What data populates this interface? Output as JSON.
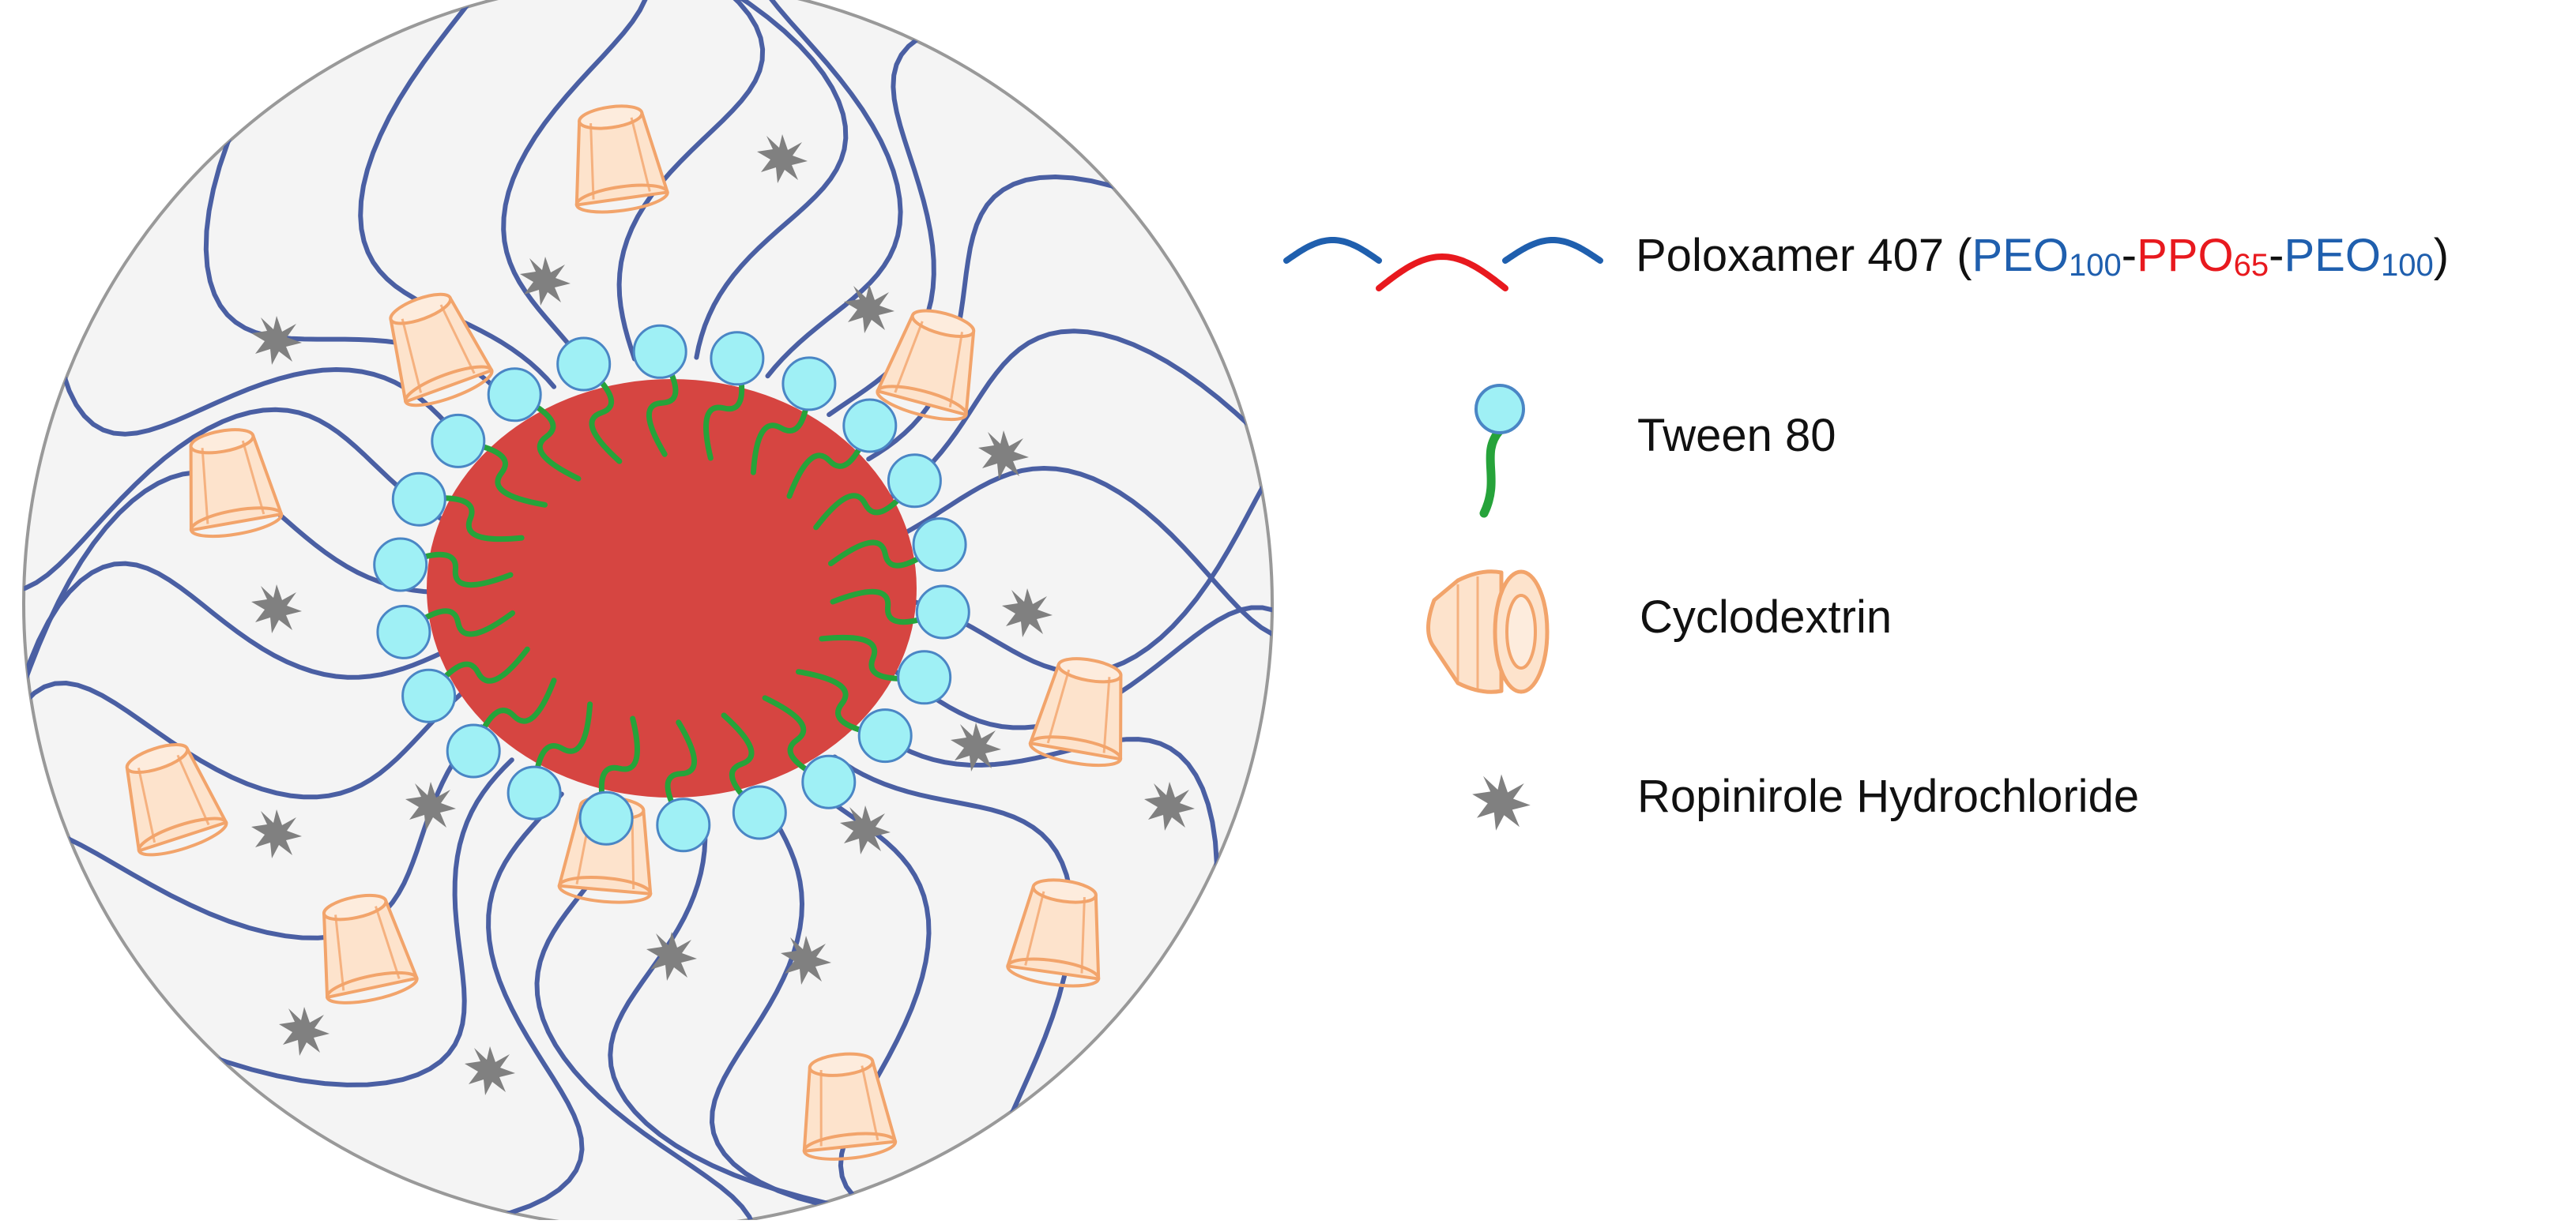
{
  "colors": {
    "background": "#ffffff",
    "micelle_fill": "#f4f4f4",
    "micelle_border": "#999999",
    "core": "#d64541",
    "peo_chain": "#4a5fa3",
    "tween_head": "#9ff0f5",
    "tween_head_border": "#4a86c5",
    "tween_tail": "#26a33a",
    "cyclodextrin_fill": "#fde3cc",
    "cyclodextrin_stroke": "#f2a46b",
    "drug": "#808080",
    "peo_text": "#1f5fae",
    "ppo_text": "#e8191e"
  },
  "legend": {
    "poloxamer": {
      "icon": "peo-ppo-peo-chain-icon",
      "prefix": "Poloxamer 407 (",
      "peo1": "PEO",
      "peo1_sub": "100",
      "dash1": "-",
      "ppo": "PPO",
      "ppo_sub": "65",
      "dash2": "-",
      "peo2": "PEO",
      "peo2_sub": "100",
      "suffix": ")"
    },
    "tween": {
      "icon": "surfactant-icon",
      "label": "Tween 80"
    },
    "cyclodextrin": {
      "icon": "cyclodextrin-cone-icon",
      "label": "Cyclodextrin"
    },
    "drug": {
      "icon": "drug-star-icon",
      "label": "Ropinirole Hydrochloride"
    }
  }
}
